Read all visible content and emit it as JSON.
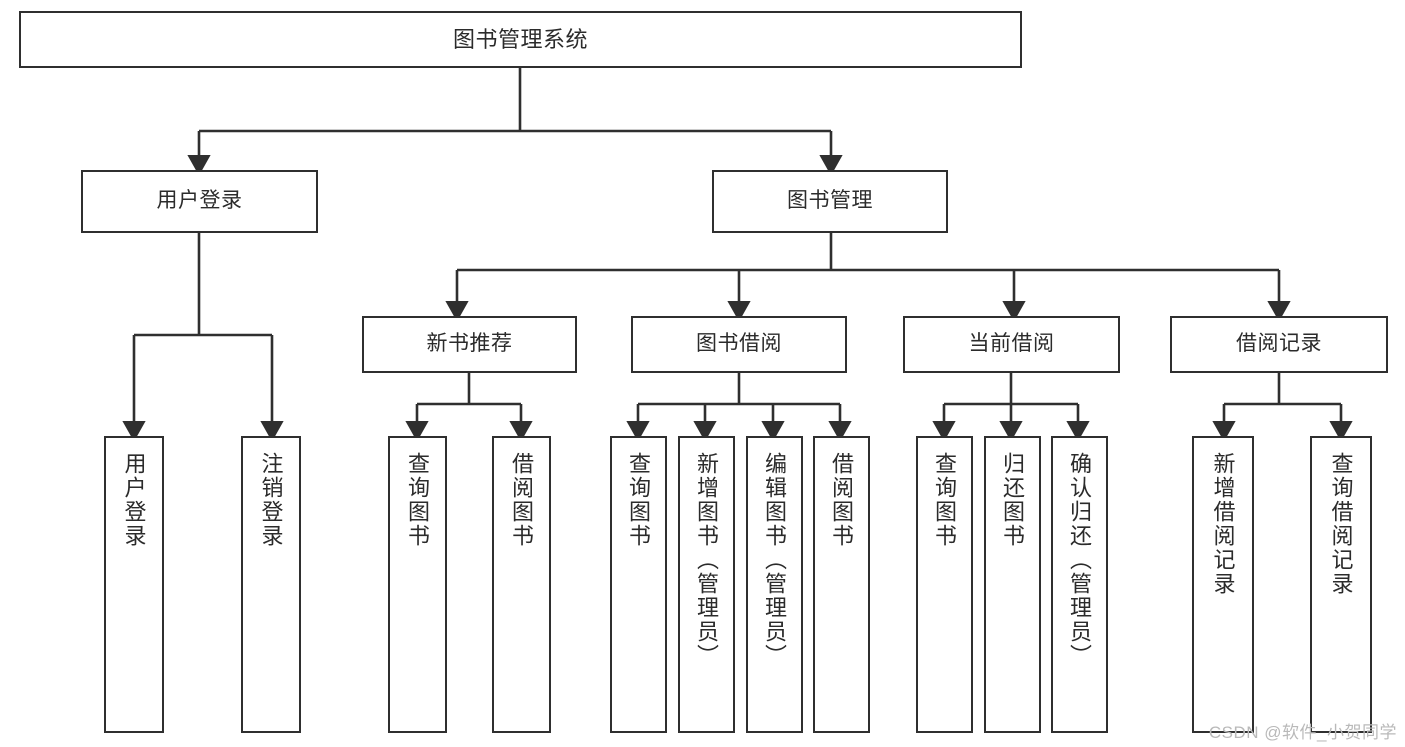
{
  "diagram": {
    "title": "图书管理系统",
    "type": "功能结构图",
    "style": {
      "box_border_color": "#2f2f2f",
      "box_fill_color": "#ffffff",
      "edge_color": "#2f2f2f",
      "text_color": "#2b2b2b",
      "background": "#ffffff"
    },
    "root": {
      "id": "root",
      "label": "图书管理系统"
    },
    "level2": [
      {
        "id": "user-login",
        "label": "用户登录"
      },
      {
        "id": "book-manage",
        "label": "图书管理"
      }
    ],
    "level3": [
      {
        "id": "new-book-recommend",
        "label": "新书推荐",
        "parent": "book-manage"
      },
      {
        "id": "book-borrow",
        "label": "图书借阅",
        "parent": "book-manage"
      },
      {
        "id": "current-borrow",
        "label": "当前借阅",
        "parent": "book-manage"
      },
      {
        "id": "borrow-record",
        "label": "借阅记录",
        "parent": "book-manage"
      }
    ],
    "leaves": [
      {
        "id": "leaf-user-login",
        "label": "用户登录",
        "parent": "user-login"
      },
      {
        "id": "leaf-logout-login",
        "label": "注销登录",
        "parent": "user-login"
      },
      {
        "id": "leaf-query-book-1",
        "label": "查询图书",
        "parent": "new-book-recommend"
      },
      {
        "id": "leaf-borrow-book-1",
        "label": "借阅图书",
        "parent": "new-book-recommend"
      },
      {
        "id": "leaf-query-book-2",
        "label": "查询图书",
        "parent": "book-borrow"
      },
      {
        "id": "leaf-add-book",
        "label": "新增图书（管理员）",
        "parent": "book-borrow"
      },
      {
        "id": "leaf-edit-book",
        "label": "编辑图书（管理员）",
        "parent": "book-borrow"
      },
      {
        "id": "leaf-borrow-book-2",
        "label": "借阅图书",
        "parent": "book-borrow"
      },
      {
        "id": "leaf-query-book-3",
        "label": "查询图书",
        "parent": "current-borrow"
      },
      {
        "id": "leaf-return-book",
        "label": "归还图书",
        "parent": "current-borrow"
      },
      {
        "id": "leaf-confirm-return",
        "label": "确认归还（管理员）",
        "parent": "current-borrow"
      },
      {
        "id": "leaf-add-record",
        "label": "新增借阅记录",
        "parent": "borrow-record"
      },
      {
        "id": "leaf-query-record",
        "label": "查询借阅记录",
        "parent": "borrow-record"
      }
    ]
  },
  "watermark": {
    "text": "CSDN @软件_小贺同学"
  }
}
